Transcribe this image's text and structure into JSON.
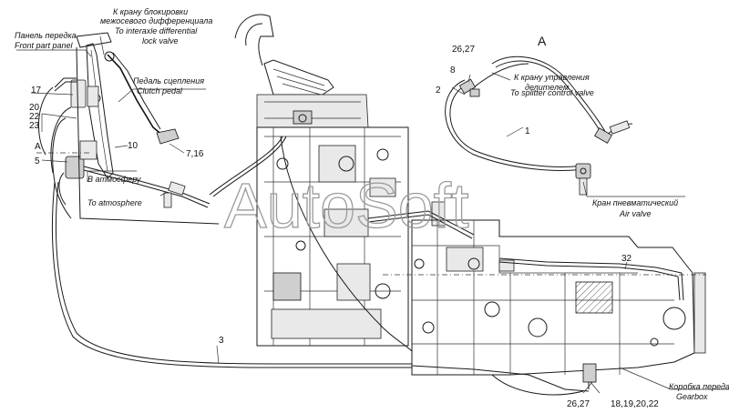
{
  "watermark": "AutoSoft",
  "view_label": "A",
  "labels": {
    "front_panel_ru": "Панель передка",
    "front_panel_en": "Front part panel",
    "interaxle_ru_1": "К крану блокировки",
    "interaxle_ru_2": "межосевого дифференциала",
    "interaxle_en_1": "To interaxle differential",
    "interaxle_en_2": "lock valve",
    "clutch_ru": "Педаль сцепления",
    "clutch_en": "Clutch pedal",
    "atmosphere_ru": "В атмосферу",
    "atmosphere_en": "To atmosphere",
    "splitter_ru_1": "К крану управления",
    "splitter_ru_2": "делителем",
    "splitter_en": "To splitter control valve",
    "air_valve_ru": "Кран пневматический",
    "air_valve_en": "Air valve",
    "gearbox_ru": "Коробка передач",
    "gearbox_en": "Gearbox"
  },
  "callouts": {
    "n17": "17",
    "n20": "20",
    "n22": "22",
    "n23": "23",
    "nA": "А",
    "n5": "5",
    "n10": "10",
    "n716": "7,16",
    "n2627_top": "26,27",
    "n8": "8",
    "n2": "2",
    "n1": "1",
    "n3": "3",
    "n32": "32",
    "n2627_bottom": "26,27",
    "n18192022": "18,19,20,22"
  }
}
